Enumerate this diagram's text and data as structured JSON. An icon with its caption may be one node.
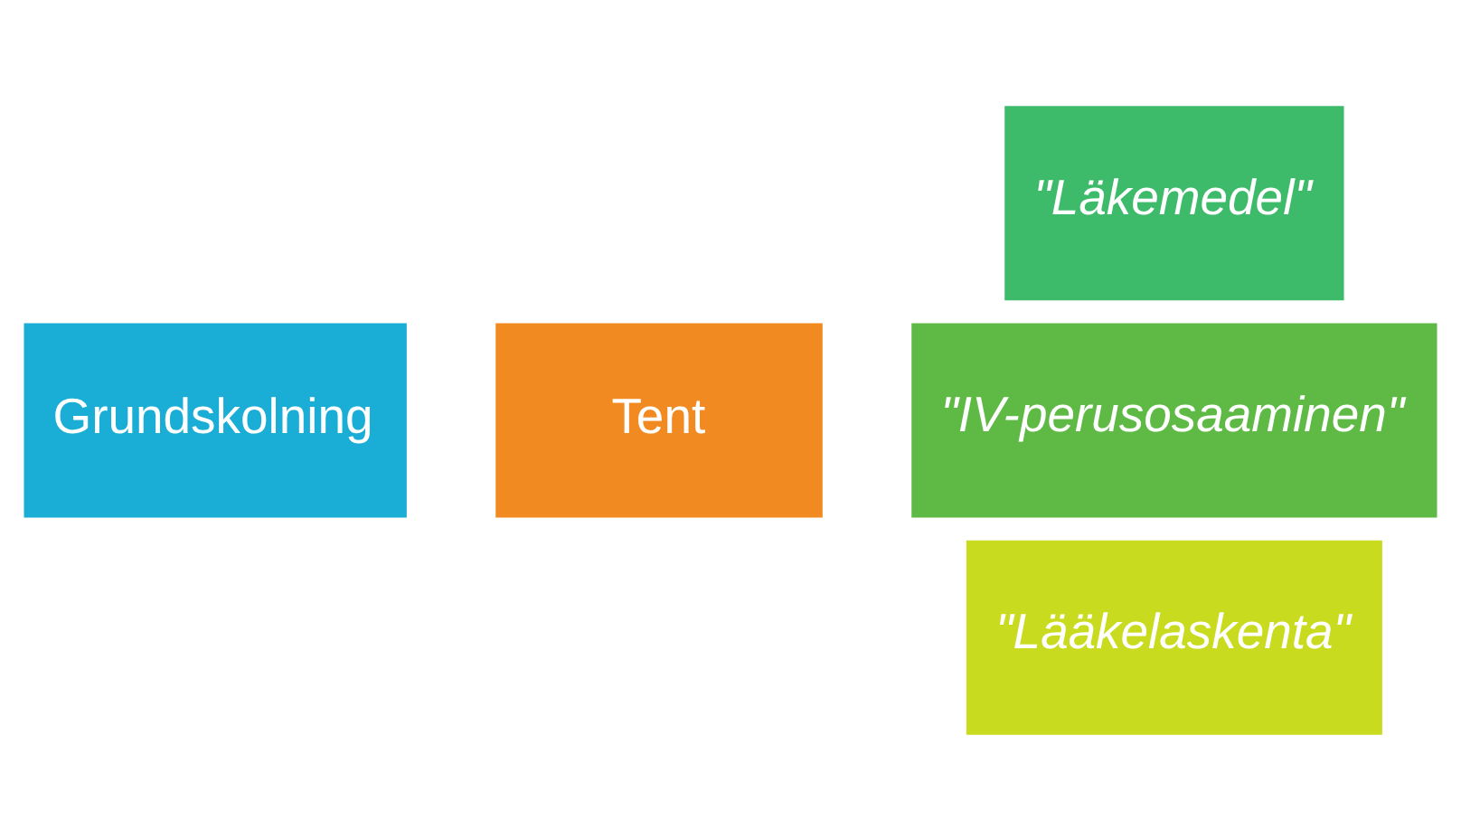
{
  "diagram": {
    "nodes": [
      {
        "text": [
          "Grundskolning"
        ]
      },
      {
        "text": [
          "Tent"
        ]
      },
      {
        "text": [
          "\"Läkemedel\""
        ]
      },
      {
        "text": [
          "\"IV-perusosaaminen\""
        ]
      },
      {
        "text": [
          "\"Lääkelaskenta\""
        ]
      }
    ]
  }
}
